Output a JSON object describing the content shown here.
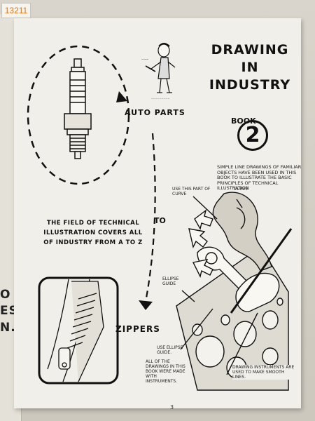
{
  "sticker": "13211",
  "back_page": {
    "lines": [
      "O",
      "ES",
      "N."
    ]
  },
  "title": {
    "line1": "DRAWING",
    "line2": "IN",
    "line3": "INDUSTRY"
  },
  "book": {
    "label": "BOOK",
    "number": "2"
  },
  "intro_text": "SIMPLE LINE DRAWINGS OF FAMILIAR OBJECTS HAVE BEEN USED IN THIS BOOK TO ILLUSTRATE THE BASIC PRINCIPLES OF TECHNICAL ILLUSTRATION",
  "labels": {
    "auto_parts": "AUTO PARTS",
    "to": "TO",
    "zippers": "ZIPPERS"
  },
  "field_text": "THE FIELD OF TECHNICAL ILLUSTRATION COVERS ALL OF INDUSTRY FROM A TO Z",
  "callouts": {
    "use_curve": "USE THIS PART OF CURVE",
    "curve": "CURVE",
    "ellipse_guide": "ELLIPSE GUIDE",
    "use_ellipse": "USE ELLIPSE GUIDE.",
    "all_drawings": "ALL OF THE DRAWINGS IN THIS BOOK WERE MADE WITH INSTRUMENTS.",
    "instruments": "DRAWING INSTRUMENTS ARE USED TO MAKE SMOOTH LINES."
  },
  "page_number": "3"
}
